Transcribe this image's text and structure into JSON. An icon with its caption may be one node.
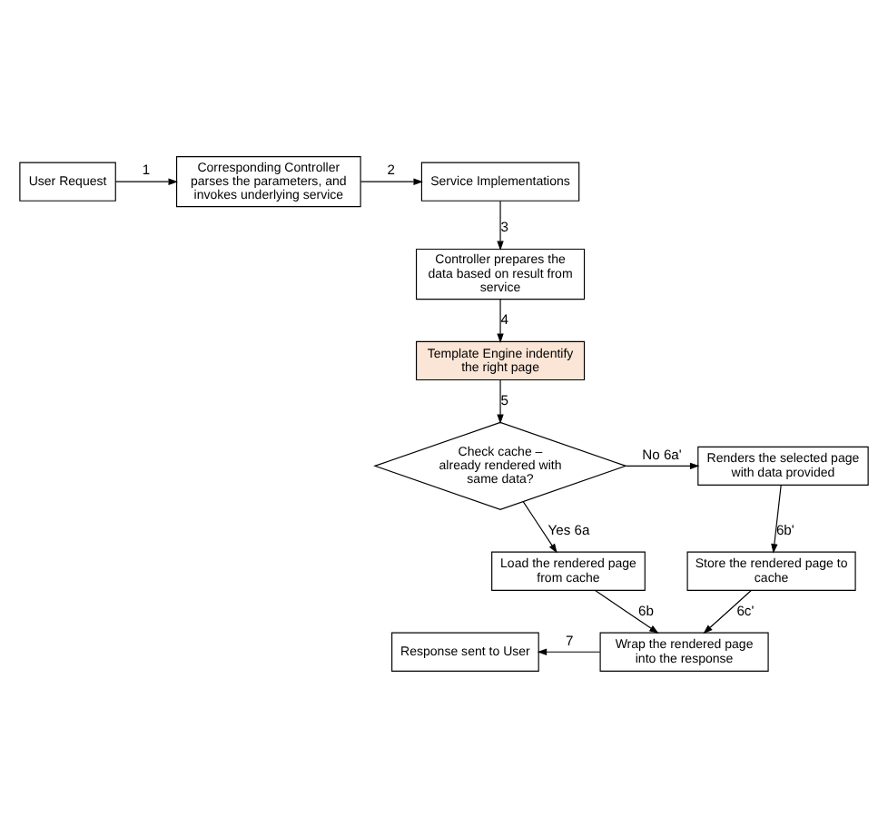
{
  "diagram": {
    "nodes": [
      {
        "text": [
          "User Request"
        ]
      },
      {
        "text": [
          "Corresponding Controller parses the parameters, and invokes underlying service"
        ]
      },
      {
        "text": [
          "Service Implementations"
        ]
      },
      {
        "text": [
          "Controller prepares the data based on result from service"
        ]
      },
      {
        "text": [
          "Template Engine indentify the right page"
        ]
      },
      {
        "text": [
          "Check cache – already rendered with same data?"
        ]
      },
      {
        "text": [
          "Renders the selected page with data provided"
        ]
      },
      {
        "text": [
          "Load the rendered page from cache"
        ]
      },
      {
        "text": [
          "Store the rendered page to cache"
        ]
      },
      {
        "text": [
          "Wrap the rendered page into the response"
        ]
      },
      {
        "text": [
          "Response sent to User"
        ]
      }
    ],
    "edges": [
      {
        "from": 0,
        "to": 1,
        "arrow": "to",
        "label": "1"
      },
      {
        "from": 1,
        "to": 2,
        "arrow": "to",
        "label": "2"
      },
      {
        "from": 2,
        "to": 3,
        "arrow": "to",
        "label": "3"
      },
      {
        "from": 3,
        "to": 4,
        "arrow": "to",
        "label": "4"
      },
      {
        "from": 4,
        "to": 5,
        "arrow": "to",
        "label": "5"
      },
      {
        "from": 5,
        "to": 6,
        "arrow": "to",
        "label": "No 6a'"
      },
      {
        "from": 5,
        "to": 7,
        "arrow": "to",
        "label": "Yes 6a"
      },
      {
        "from": 6,
        "to": 8,
        "arrow": "to",
        "label": "6b'"
      },
      {
        "from": 7,
        "to": 9,
        "arrow": "to",
        "label": "6b"
      },
      {
        "from": 8,
        "to": 9,
        "arrow": "to",
        "label": "6c'"
      },
      {
        "from": 9,
        "to": 10,
        "arrow": "to",
        "label": "7"
      }
    ]
  }
}
